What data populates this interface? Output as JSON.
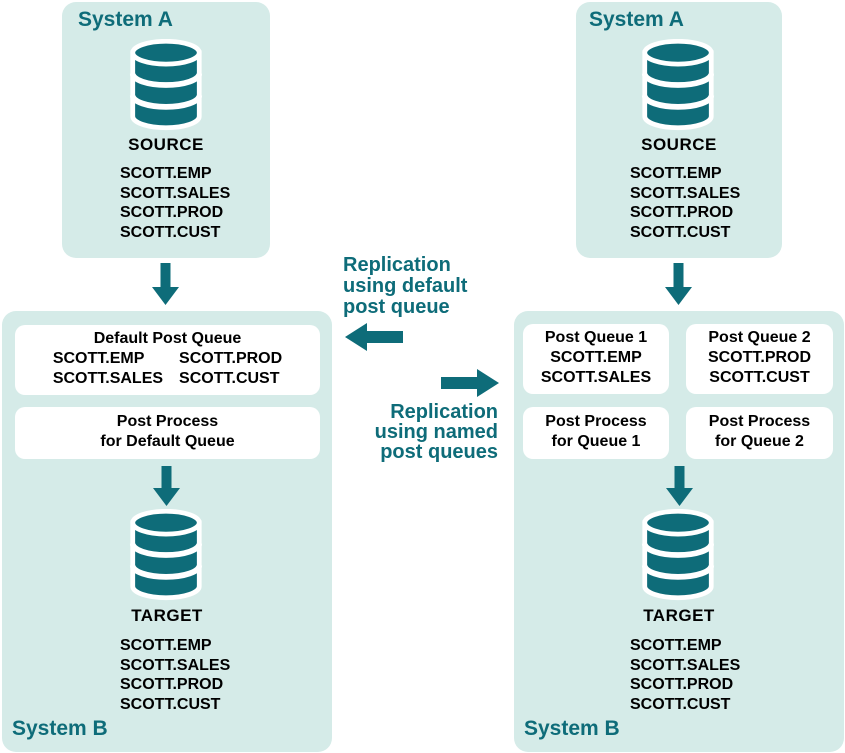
{
  "colors": {
    "accent_teal": "#0e6c79",
    "panel_background": "#d5ebe8",
    "box_background": "#ffffff",
    "body_text": "#000000"
  },
  "left": {
    "system_a": {
      "title": "System A",
      "db_label": "SOURCE",
      "tables": [
        "SCOTT.EMP",
        "SCOTT.SALES",
        "SCOTT.PROD",
        "SCOTT.CUST"
      ]
    },
    "system_b": {
      "title": "System B",
      "queue_box": {
        "title": "Default Post Queue",
        "col1": [
          "SCOTT.EMP",
          "SCOTT.SALES"
        ],
        "col2": [
          "SCOTT.PROD",
          "SCOTT.CUST"
        ]
      },
      "process_box": {
        "line1": "Post Process",
        "line2": "for Default Queue"
      },
      "db_label": "TARGET",
      "tables": [
        "SCOTT.EMP",
        "SCOTT.SALES",
        "SCOTT.PROD",
        "SCOTT.CUST"
      ]
    }
  },
  "middle": {
    "default_flow_label": {
      "line1": "Replication",
      "line2": "using default",
      "line3": "post queue"
    },
    "named_flow_label": {
      "line1": "Replication",
      "line2": "using named",
      "line3": "post queues"
    }
  },
  "right": {
    "system_a": {
      "title": "System A",
      "db_label": "SOURCE",
      "tables": [
        "SCOTT.EMP",
        "SCOTT.SALES",
        "SCOTT.PROD",
        "SCOTT.CUST"
      ]
    },
    "system_b": {
      "title": "System B",
      "queue1_box": {
        "title": "Post Queue 1",
        "tables": [
          "SCOTT.EMP",
          "SCOTT.SALES"
        ]
      },
      "queue2_box": {
        "title": "Post Queue 2",
        "tables": [
          "SCOTT.PROD",
          "SCOTT.CUST"
        ]
      },
      "process1_box": {
        "line1": "Post Process",
        "line2": "for Queue 1"
      },
      "process2_box": {
        "line1": "Post Process",
        "line2": "for Queue 2"
      },
      "db_label": "TARGET",
      "tables": [
        "SCOTT.EMP",
        "SCOTT.SALES",
        "SCOTT.PROD",
        "SCOTT.CUST"
      ]
    }
  }
}
